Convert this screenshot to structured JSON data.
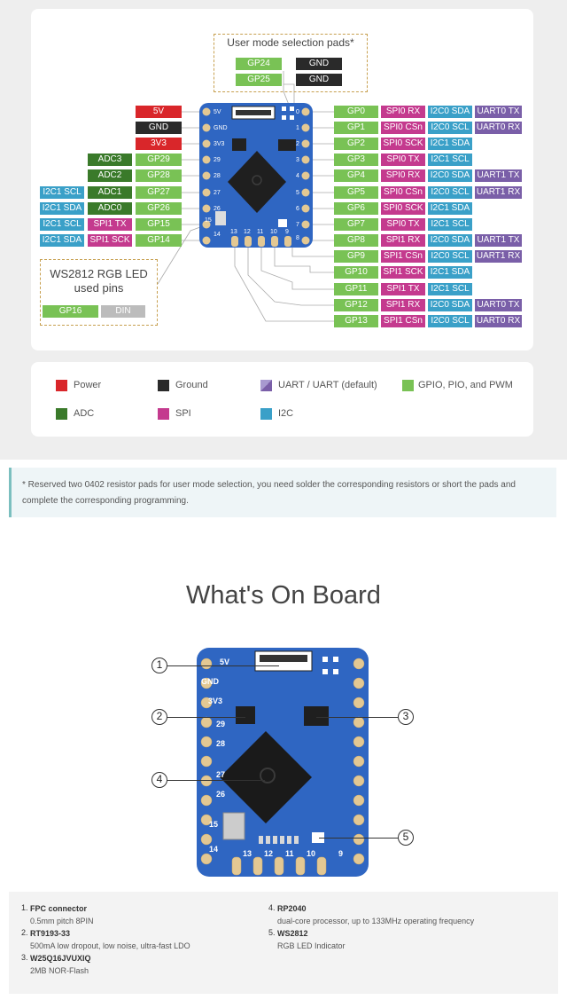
{
  "user_mode": {
    "title": "User mode selection pads*",
    "pads": [
      [
        "GP24",
        "GND"
      ],
      [
        "GP25",
        "GND"
      ]
    ]
  },
  "ws2812": {
    "title_line1": "WS2812 RGB LED",
    "title_line2": "used pins",
    "pins": [
      "GP16",
      "DIN"
    ]
  },
  "left_pins": [
    {
      "labels": [
        "5V"
      ],
      "colors": [
        "pwr"
      ]
    },
    {
      "labels": [
        "GND"
      ],
      "colors": [
        "gnd"
      ]
    },
    {
      "labels": [
        "3V3"
      ],
      "colors": [
        "pwr"
      ]
    },
    {
      "labels": [
        "ADC3",
        "GP29"
      ],
      "colors": [
        "adc",
        "gpio"
      ]
    },
    {
      "labels": [
        "ADC2",
        "GP28"
      ],
      "colors": [
        "adc",
        "gpio"
      ]
    },
    {
      "labels": [
        "I2C1 SCL",
        "ADC1",
        "GP27"
      ],
      "colors": [
        "i2c",
        "adc",
        "gpio"
      ]
    },
    {
      "labels": [
        "I2C1 SDA",
        "ADC0",
        "GP26"
      ],
      "colors": [
        "i2c",
        "adc",
        "gpio"
      ]
    },
    {
      "labels": [
        "I2C1 SCL",
        "SPI1 TX",
        "GP15"
      ],
      "colors": [
        "i2c",
        "spi",
        "gpio"
      ]
    },
    {
      "labels": [
        "I2C1 SDA",
        "SPI1 SCK",
        "GP14"
      ],
      "colors": [
        "i2c",
        "spi",
        "gpio"
      ]
    }
  ],
  "right_pins": [
    [
      "GP0",
      "SPI0 RX",
      "I2C0 SDA",
      "UART0 TX"
    ],
    [
      "GP1",
      "SPI0 CSn",
      "I2C0 SCL",
      "UART0 RX"
    ],
    [
      "GP2",
      "SPI0 SCK",
      "I2C1 SDA"
    ],
    [
      "GP3",
      "SPI0 TX",
      "I2C1 SCL"
    ],
    [
      "GP4",
      "SPI0 RX",
      "I2C0 SDA",
      "UART1 TX"
    ],
    [
      "GP5",
      "SPI0 CSn",
      "I2C0 SCL",
      "UART1 RX"
    ],
    [
      "GP6",
      "SPI0 SCK",
      "I2C1 SDA"
    ],
    [
      "GP7",
      "SPI0 TX",
      "I2C1 SCL"
    ],
    [
      "GP8",
      "SPI1 RX",
      "I2C0 SDA",
      "UART1 TX"
    ],
    [
      "GP9",
      "SPI1 CSn",
      "I2C0 SCL",
      "UART1 RX"
    ],
    [
      "GP10",
      "SPI1 SCK",
      "I2C1 SDA"
    ],
    [
      "GP11",
      "SPI1 TX",
      "I2C1 SCL"
    ],
    [
      "GP12",
      "SPI1 RX",
      "I2C0 SDA",
      "UART0 TX"
    ],
    [
      "GP13",
      "SPI1 CSn",
      "I2C0 SCL",
      "UART0 RX"
    ]
  ],
  "legend": [
    {
      "label": "Power",
      "color": "#d9262a"
    },
    {
      "label": "Ground",
      "color": "#2a2a2a"
    },
    {
      "label": "UART / UART (default)",
      "color": "#7a5fa8"
    },
    {
      "label": "GPIO, PIO, and PWM",
      "color": "#79c255"
    },
    {
      "label": "ADC",
      "color": "#3a7a2a"
    },
    {
      "label": "SPI",
      "color": "#c43a8e"
    },
    {
      "label": "I2C",
      "color": "#3aa0c8"
    }
  ],
  "note": "* Reserved two 0402 resistor pads for user mode selection, you need solder the corresponding resistors or short the pads and complete the corresponding programming.",
  "board_pin_labels_top": {
    "left": [
      "5V",
      "GND",
      "3V3",
      "29",
      "28",
      "27",
      "26",
      "15",
      "14"
    ],
    "right": [
      "0",
      "1",
      "2",
      "3",
      "4",
      "5",
      "6",
      "7",
      "8"
    ],
    "bottom": [
      "13",
      "12",
      "11",
      "10",
      "9"
    ]
  },
  "whats_on_board": {
    "title": "What's On Board",
    "board_labels": {
      "left": [
        "5V",
        "GND",
        "3V3",
        "29",
        "28",
        "27",
        "26",
        "15",
        "14"
      ],
      "bottom": [
        "13",
        "12",
        "11",
        "10",
        "9"
      ]
    },
    "callouts": [
      "1",
      "2",
      "3",
      "4",
      "5"
    ],
    "items": [
      {
        "num": "1.",
        "name": "FPC connector",
        "desc": "0.5mm pitch 8PIN"
      },
      {
        "num": "2.",
        "name": "RT9193-33",
        "desc": "500mA low dropout, low noise, ultra-fast LDO"
      },
      {
        "num": "3.",
        "name": "W25Q16JVUXIQ",
        "desc": "2MB NOR-Flash"
      },
      {
        "num": "4.",
        "name": "RP2040",
        "desc": "dual-core processor, up to 133MHz operating frequency"
      },
      {
        "num": "5.",
        "name": "WS2812",
        "desc": "RGB LED Indicator"
      }
    ]
  },
  "colors": {
    "board": "#2f66c2",
    "gpio": "#79c255",
    "ground": "#2a2a2a",
    "power": "#d9262a",
    "adc": "#3a7a2a",
    "spi": "#c43a8e",
    "i2c": "#3aa0c8",
    "uart": "#7a5fa8",
    "pad": "#e3c893"
  }
}
